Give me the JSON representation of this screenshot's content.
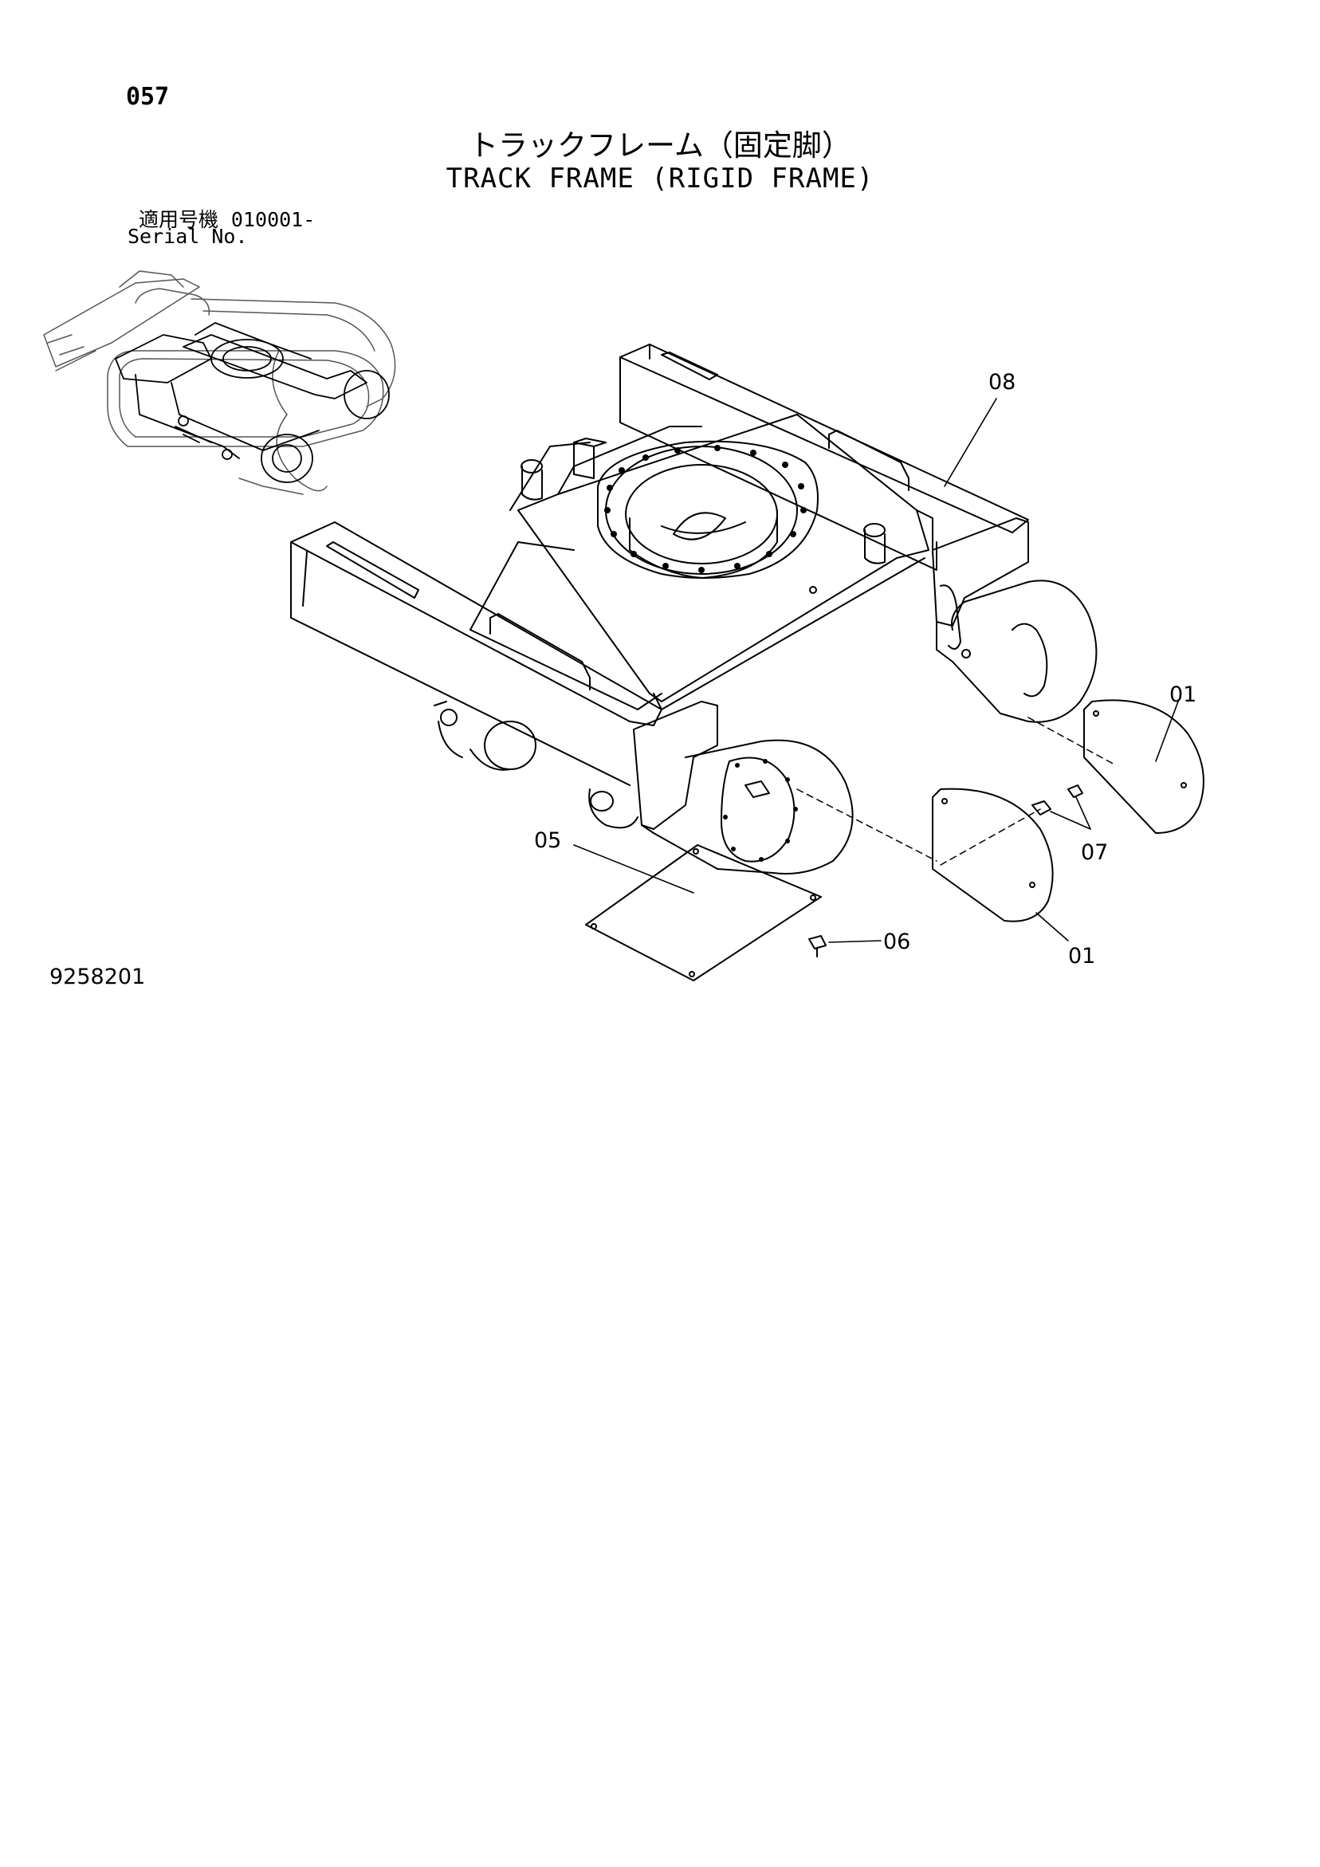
{
  "header": {
    "page_number": "057",
    "title_jp": "トラックフレーム（固定脚）",
    "title_en": "TRACK FRAME (RIGID FRAME)"
  },
  "serial": {
    "label_jp": "適用号機",
    "number": "010001-",
    "label_en": "Serial No."
  },
  "callouts": [
    "08",
    "01",
    "07",
    "05",
    "06",
    "01"
  ],
  "figure_number": "9258201"
}
